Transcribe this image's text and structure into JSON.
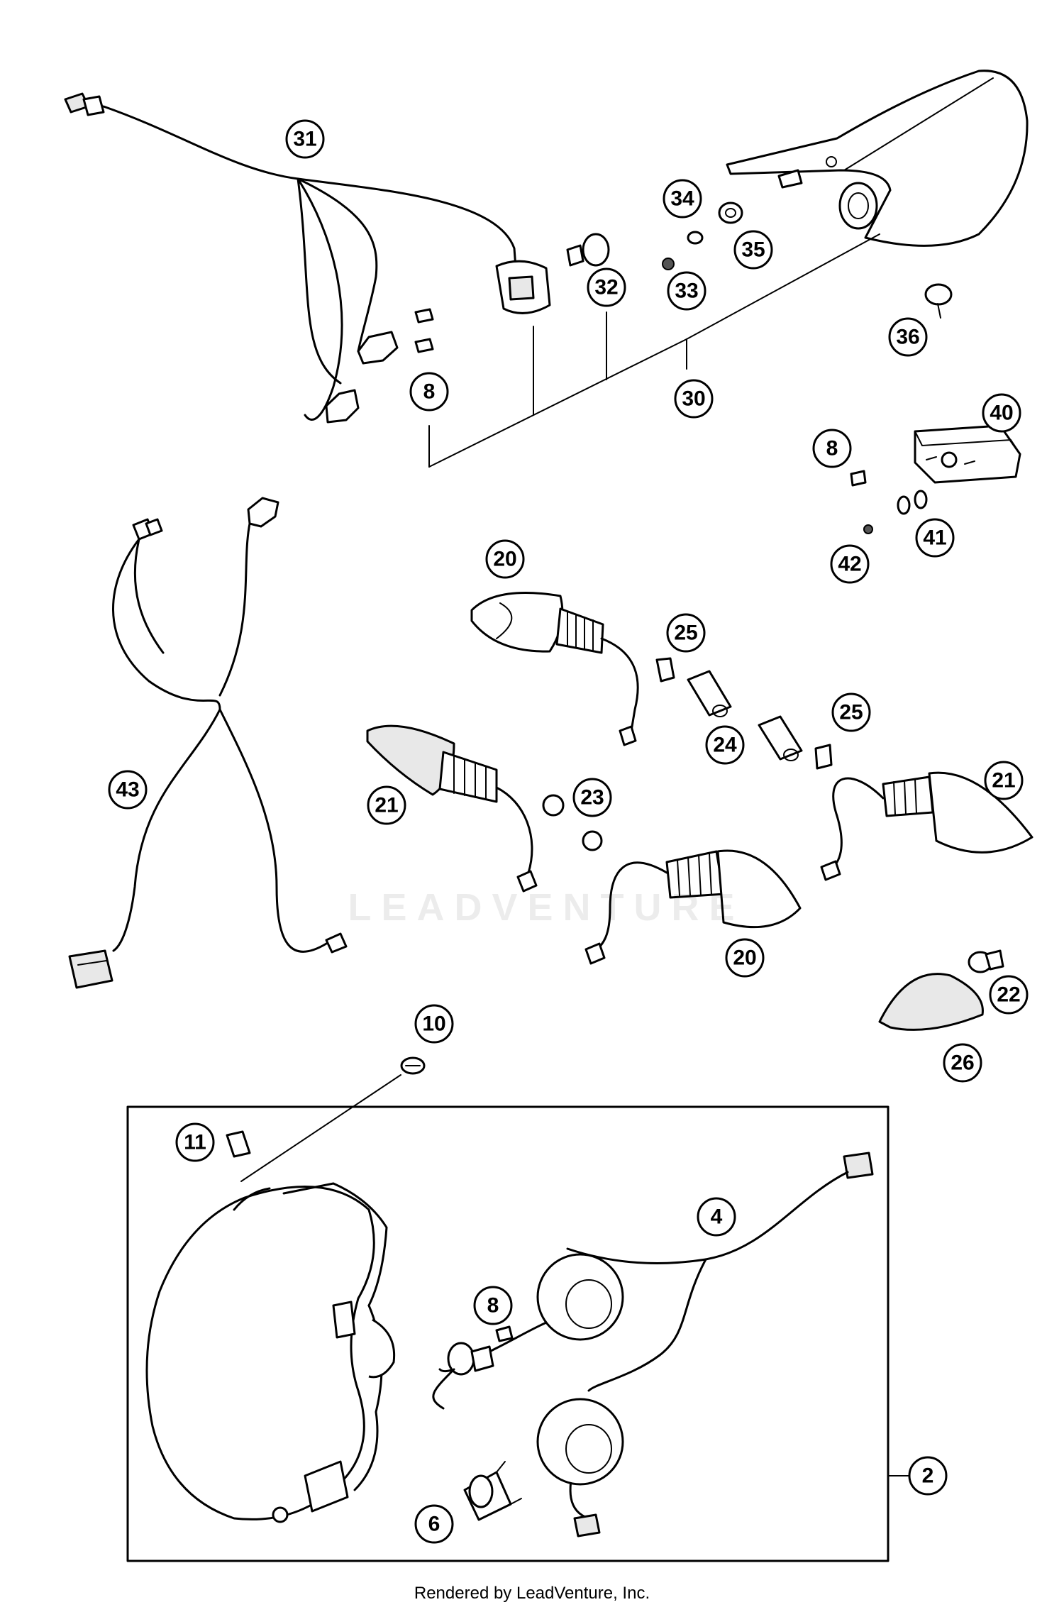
{
  "credit": "Rendered by LeadVenture, Inc.",
  "watermark": "LEADVENTURE",
  "callouts": [
    "31",
    "34",
    "35",
    "32",
    "33",
    "8",
    "30",
    "36",
    "40",
    "8",
    "41",
    "42",
    "43",
    "20",
    "25",
    "24",
    "25",
    "21",
    "23",
    "21",
    "20",
    "22",
    "26",
    "10",
    "11",
    "4",
    "8",
    "2",
    "6"
  ]
}
